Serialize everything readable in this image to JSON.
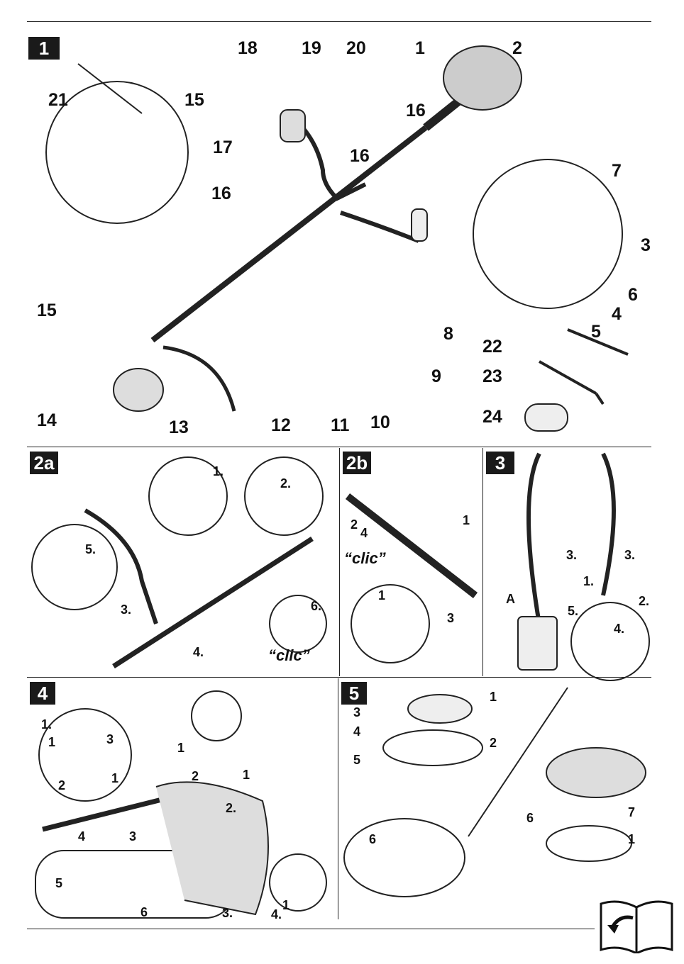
{
  "panels": {
    "p1": {
      "title": "1",
      "labels": [
        "18",
        "19",
        "20",
        "1",
        "2",
        "21",
        "15",
        "16",
        "17",
        "16",
        "16",
        "7",
        "3",
        "6",
        "4",
        "5",
        "8",
        "22",
        "23",
        "9",
        "15",
        "14",
        "13",
        "12",
        "11",
        "10",
        "24"
      ]
    },
    "p2a": {
      "title": "2a",
      "labels": [
        "1.",
        "2.",
        "5.",
        "3.",
        "4.",
        "6."
      ],
      "sound": "“clic”"
    },
    "p2b": {
      "title": "2b",
      "labels": [
        "2",
        "4",
        "1",
        "1",
        "3"
      ],
      "sound": "“clic”"
    },
    "p3": {
      "title": "3",
      "labels": [
        "3.",
        "3.",
        "1.",
        "2.",
        "A",
        "5.",
        "4."
      ]
    },
    "p4": {
      "title": "4",
      "labels": [
        "1.",
        "1",
        "3",
        "2",
        "1",
        "1",
        "2",
        "1",
        "2.",
        "4",
        "3",
        "5",
        "6",
        "3.",
        "1",
        "4."
      ]
    },
    "p5": {
      "title": "5",
      "labels": [
        "1",
        "3",
        "4",
        "2",
        "5",
        "7",
        "6",
        "1",
        "6"
      ]
    }
  },
  "icons": {
    "footer": "read-manual-book-icon"
  }
}
